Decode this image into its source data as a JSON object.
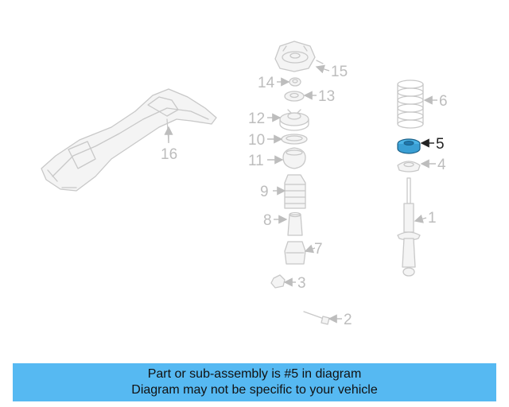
{
  "diagram": {
    "callouts": [
      "1",
      "2",
      "3",
      "4",
      "5",
      "6",
      "7",
      "8",
      "9",
      "10",
      "11",
      "12",
      "13",
      "14",
      "15",
      "16"
    ],
    "highlighted_callout": "5",
    "highlight_color": "#4bb3e6"
  },
  "banner": {
    "line1": "Part or sub-assembly is #5 in diagram",
    "line2": "Diagram may not be specific to your vehicle",
    "background": "#56b9f2"
  }
}
